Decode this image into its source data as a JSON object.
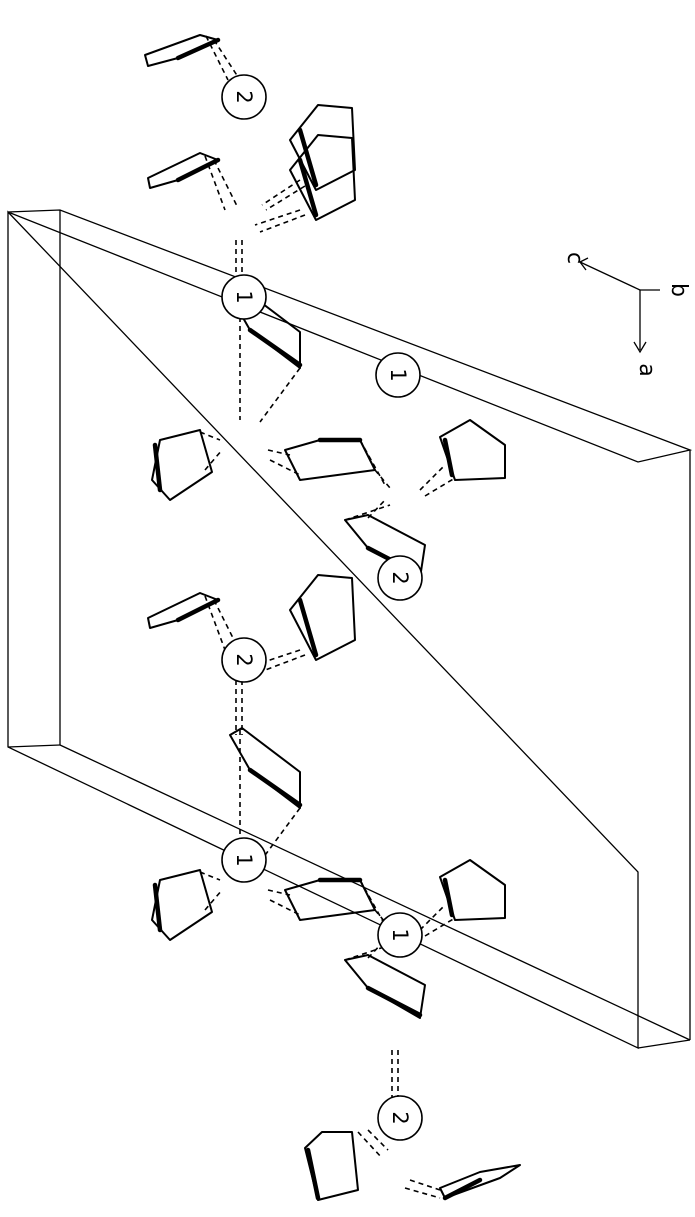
{
  "atoms": [
    {
      "label": "2"
    },
    {
      "label": "1"
    },
    {
      "label": "1"
    },
    {
      "label": "2"
    },
    {
      "label": "2"
    },
    {
      "label": "1"
    },
    {
      "label": "1"
    },
    {
      "label": "2"
    }
  ],
  "axes": {
    "a": "a",
    "b": "b",
    "c": "c"
  },
  "colors": {
    "ink": "#000000",
    "paper": "#ffffff"
  }
}
